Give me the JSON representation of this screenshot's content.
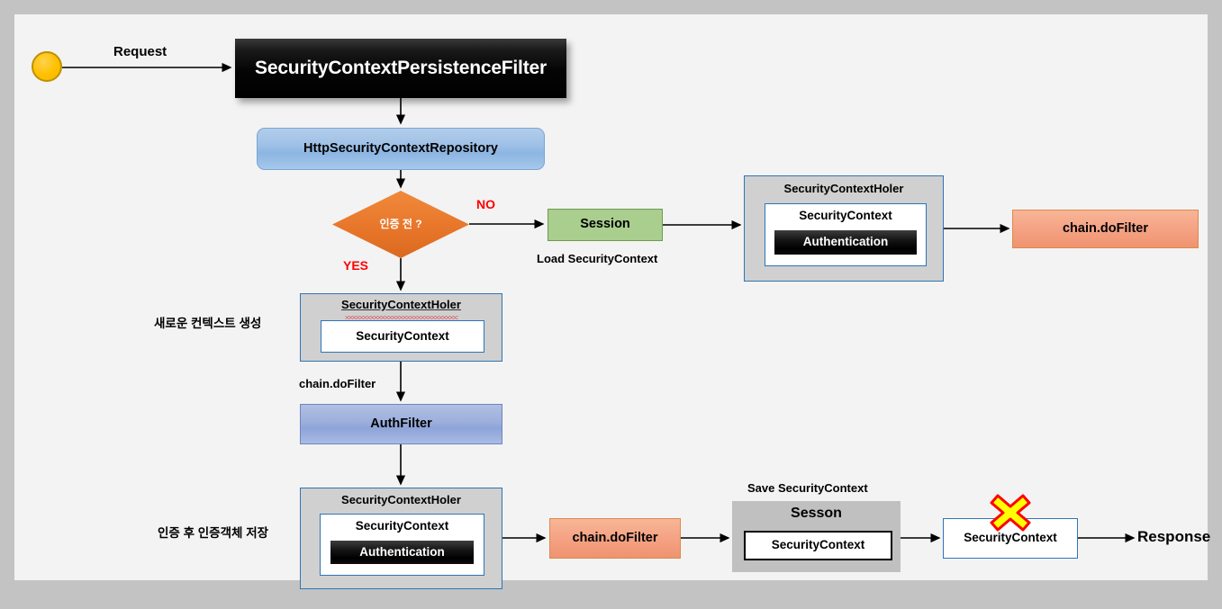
{
  "diagram": {
    "title": "Spring Security SecurityContextPersistenceFilter Flow",
    "background_color": "#c3c3c3",
    "surface_color": "#f3f3f3"
  },
  "nodes": {
    "start": {
      "name": "start-node",
      "label": "",
      "color": "#ffc000"
    },
    "persistence_filter": {
      "label": "SecurityContextPersistenceFilter",
      "color": "#000000",
      "text_color": "#ffffff"
    },
    "http_repo": {
      "label": "HttpSecurityContextRepository",
      "color": "#9ec0e6"
    },
    "decision": {
      "label": "인증 전 ?",
      "color": "#e8762a",
      "text_color": "#ffffff"
    },
    "session": {
      "label": "Session",
      "color": "#a9ce8e"
    },
    "sch_top": {
      "title": "SecurityContextHoler",
      "security_context": "SecurityContext",
      "authentication": "Authentication",
      "color": "#d0d0d0",
      "border_color": "#2e75b6"
    },
    "chain_top": {
      "label": "chain.doFilter",
      "color": "#f4a182"
    },
    "sch_mid": {
      "title": "SecurityContextHoler",
      "security_context": "SecurityContext",
      "color": "#d0d0d0",
      "border_color": "#2e75b6"
    },
    "auth_filter": {
      "label": "AuthFilter",
      "color": "#9cafdc"
    },
    "sch_bot": {
      "title": "SecurityContextHoler",
      "security_context": "SecurityContext",
      "authentication": "Authentication",
      "color": "#d0d0d0",
      "border_color": "#2e75b6"
    },
    "chain_bot": {
      "label": "chain.doFilter",
      "color": "#f4a182"
    },
    "sesson": {
      "title": "Sesson",
      "security_context": "SecurityContext",
      "color": "#c0c0c0"
    },
    "sc_final": {
      "label": "SecurityContext",
      "color": "#ffffff",
      "border_color": "#2e75b6"
    }
  },
  "labels": {
    "request": "Request",
    "no": "NO",
    "yes": "YES",
    "load_security_context": "Load SecurityContext",
    "new_context_created": "새로운 컨텍스트 생성",
    "chain_do_filter": "chain.doFilter",
    "auth_saved": "인증 후 인증객체 저장",
    "save_security_context": "Save SecurityContext",
    "response": "Response"
  },
  "icons": {
    "x_mark": {
      "name": "x-mark-icon",
      "fill": "#ffff00",
      "stroke": "#ff0000"
    }
  },
  "colors": {
    "red_accent": "#ff0000",
    "blue_border": "#2e75b6",
    "orange_accent": "#e8762a"
  }
}
